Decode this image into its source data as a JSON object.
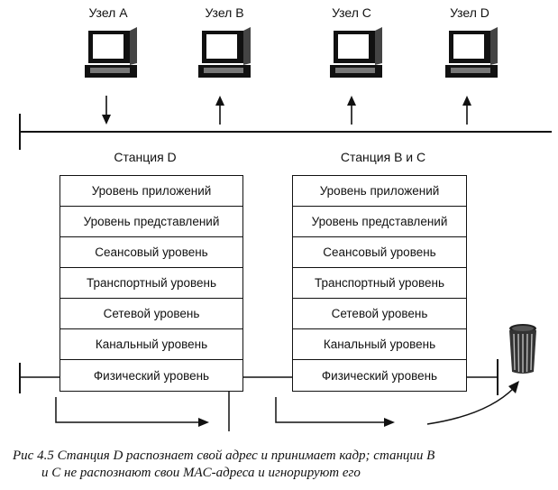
{
  "nodes": [
    {
      "label": "Узел A",
      "arrow": "down"
    },
    {
      "label": "Узел B",
      "arrow": "up"
    },
    {
      "label": "Узел C",
      "arrow": "up"
    },
    {
      "label": "Узел D",
      "arrow": "up"
    }
  ],
  "stations": [
    {
      "title": "Станция D",
      "layers": [
        "Уровень приложений",
        "Уровень представлений",
        "Сеансовый уровень",
        "Транспортный уровень",
        "Сетевой уровень",
        "Канальный уровень",
        "Физический уровень"
      ]
    },
    {
      "title": "Станция B и C",
      "layers": [
        "Уровень приложений",
        "Уровень представлений",
        "Сеансовый уровень",
        "Транспортный уровень",
        "Сетевой уровень",
        "Канальный уровень",
        "Физический уровень"
      ]
    }
  ],
  "caption": {
    "line1": "Рис 4.5  Станция D распознает свой адрес и принимает кадр; станции B",
    "line2": "и C не распознают свои MAC-адреса и игнорируют его"
  }
}
